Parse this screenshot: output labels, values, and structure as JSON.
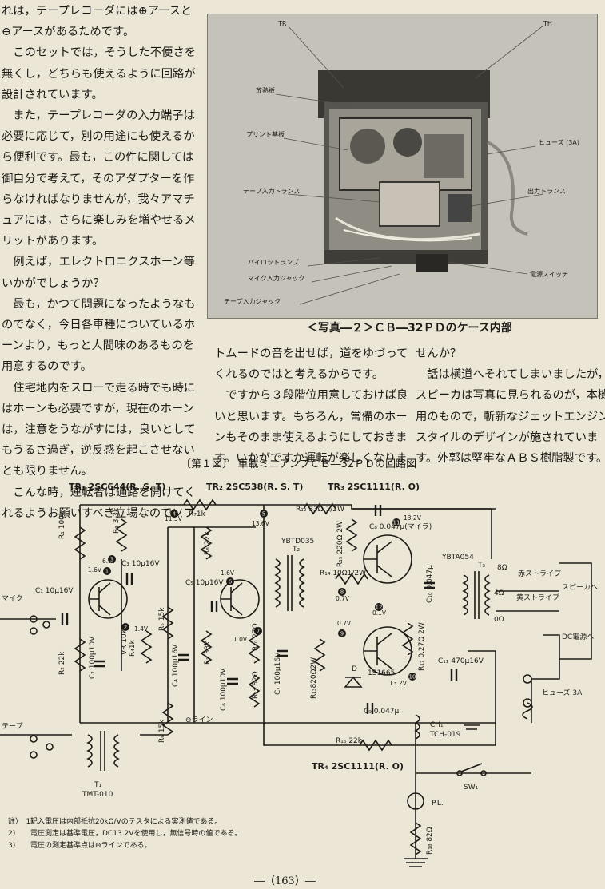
{
  "article": {
    "left_lines": [
      "れは，テープレコーダには⊕アースと",
      "⊖アースがあるためです。",
      "　このセットでは，そうした不便さを",
      "無くし，どちらも使えるように回路が",
      "設計されています。",
      "　また，テープレコーダの入力端子は",
      "必要に応じて，別の用途にも使えるか",
      "ら便利です。最も，この件に関しては",
      "御自分で考えて，そのアダプターを作",
      "らなければなりませんが，我々アマチ",
      "ュアには，さらに楽しみを増やせるメ",
      "リットがあります。",
      "　例えば，エレクトロニクスホーン等",
      "いかがでしょうか？",
      "　最も，かつて問題になったようなも",
      "のでなく，今日各車種についているホ",
      "ーンより，もっと人間味のあるものを",
      "用意するのです。",
      "　住宅地内をスローで走る時でも時に",
      "はホーンも必要ですが，現在のホーン",
      "は，注意をうながすには，良いとして",
      "もうるさ過ぎ，逆反感を起こさせない",
      "とも限りません。",
      "　こんな時，運転者は通路を開けてく",
      "れるようお願いすべき立場なのでソフ"
    ],
    "mid_lines": [
      "トムードの音を出せば，道をゆづって",
      "くれるのではと考えるからです。",
      "　ですから３段階位用意しておけば良",
      "いと思います。もちろん，常備のホー",
      "ンもそのまま使えるようにしておきま",
      "す。いかがですか運転が楽しくなりま"
    ],
    "right_lines": [
      "せんか？",
      "　話は横道へそれてしまいましたが，",
      "スピーカは写真に見られるのが，本機",
      "用のもので，斬新なジェットエンジン",
      "スタイルのデザインが施されていま",
      "す。外郭は堅牢なＡＢＳ樹脂製です。"
    ]
  },
  "photo": {
    "caption": "＜写真―２＞ＣＢ―32ＰＤのケース内部",
    "labels": {
      "tr": "TR",
      "th": "TH",
      "heat_sink": "放熱板",
      "printed_board": "プリント基板",
      "fuse": "ヒューズ\n(3A)",
      "output_trans": "出力トランス",
      "input_trans": "テープ入力トランス",
      "pilot_lamp": "パイロットランプ",
      "mic_jack": "マイク入力ジャック",
      "tape_jack": "テープ入力ジャック",
      "power_switch": "電源スイッチ"
    }
  },
  "figure": {
    "title": "〔第１図〕　車載ミニアンプＣＢ―32ＰＤの回路図",
    "transistors": {
      "tr1": "TR₁  2SC644(R. S. T)",
      "tr2": "TR₂  2SC538(R. S. T)",
      "tr3": "TR₃  2SC1111(R. O)",
      "tr4": "TR₄  2SC1111(R. O)"
    },
    "components": {
      "r1": "R₁ 100k",
      "r2": "R₂ 22k",
      "r3": "R₃ 3.3k",
      "r4": "R₄1k",
      "r5": "R₅ 15k",
      "r6": "R₆ 15k",
      "r7": "R₇1k",
      "r8": "R₈ 22k",
      "r9": "R₉ 33k",
      "r10": "R₁₀ 27Ω",
      "r11": "R₁₁ 82Ω",
      "r12": "R₁₂ 33Ω 1/2W",
      "r13": "R₁₃820Ω2W",
      "r14": "R₁₄ 10Ω1/2W",
      "r15": "R₁₅ 220Ω 2W",
      "r16": "R₁₆ 22k",
      "r17": "R₁₇ 0.27Ω 2W",
      "r18": "R₁₈ 82Ω",
      "c1": "C₁ 10μ16V",
      "c2": "C₂ 100μ10V",
      "c3": "C₃ 10μ16V",
      "c4": "C₄ 100μ16V",
      "c5": "C₅ 10μ16V",
      "c6": "C₆ 100μ10V",
      "c7": "C₇ 100μ16V",
      "c8": "C₈ 0.047μ(マイラ)",
      "c9": "C₉ 0.047μ",
      "c10": "C₁₀ 0.047μ",
      "c11": "C₁₁ 470μ16V",
      "vr": "VR 10k",
      "t1": "T₁",
      "t1_model": "TMT-010",
      "t2": "T₂",
      "t2_model": "YBTD035",
      "t3": "T₃",
      "t3_model": "YBTA054",
      "ch": "CH₁",
      "ch_model": "TCH-019",
      "diode_d": "D",
      "diode_model": "1S1665",
      "sw": "SW₁",
      "pl": "P.L.",
      "fuse": "ヒューズ 3A"
    },
    "voltages": {
      "v1": "1.6V",
      "v2": "6.9V",
      "v3": "1.4V",
      "v4": "11.5V",
      "v5": "13.6V",
      "v6": "1.6V",
      "v7": "1.0V",
      "v8": "0.7V",
      "v9": "0.1V",
      "v10": "0.7V",
      "v11": "13.2V",
      "v12": "13.2V"
    },
    "nodes": [
      "1",
      "2",
      "3",
      "4",
      "5",
      "6",
      "7",
      "8",
      "9",
      "10",
      "11",
      "12"
    ],
    "io": {
      "mic": "マイク",
      "tape": "テープ",
      "line": "⊖ライン",
      "red_stripe": "赤ストライプ",
      "yellow_stripe": "黄ストライプ",
      "speaker": "スピーカへ",
      "dc": "DC電源へ",
      "tap8": "8Ω",
      "tap4": "4Ω",
      "tap0": "0Ω"
    },
    "notes": [
      {
        "num": "註）　1)",
        "text": "記入電圧は内部抵抗20kΩ/Vのテスタによる実測値である。"
      },
      {
        "num": "2)",
        "text": "電圧測定は基準電圧，DC13.2Vを使用し，無信号時の値である。"
      },
      {
        "num": "3)",
        "text": "電圧の測定基準点は⊖ラインである。"
      }
    ]
  },
  "page_number": "―（163）―"
}
